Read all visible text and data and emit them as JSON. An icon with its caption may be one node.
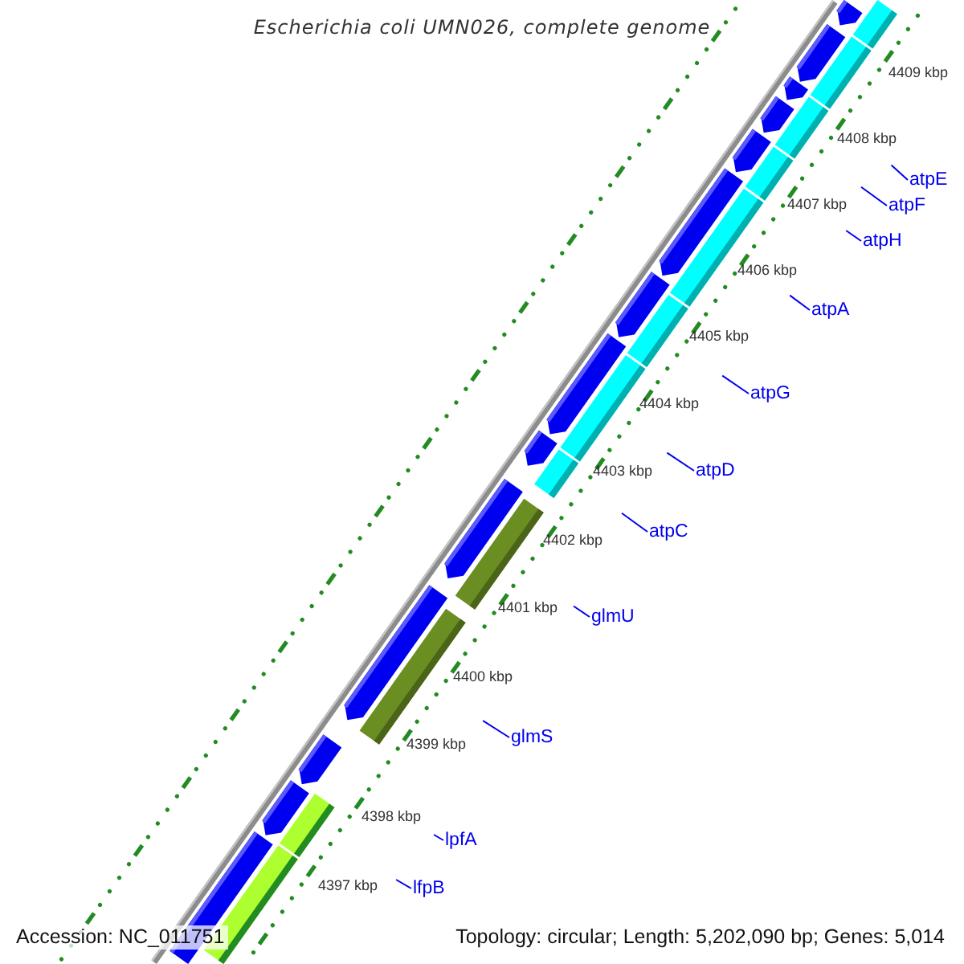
{
  "diagram": {
    "title": "Escherichia coli UMN026, complete genome",
    "nodes": [
      {
        "text": [
          "atpE"
        ]
      },
      {
        "text": [
          "atpF"
        ]
      },
      {
        "text": [
          "atpH"
        ]
      },
      {
        "text": [
          "atpA"
        ]
      },
      {
        "text": [
          "atpG"
        ]
      },
      {
        "text": [
          "atpD"
        ]
      },
      {
        "text": [
          "atpC"
        ]
      },
      {
        "text": [
          "glmU"
        ]
      },
      {
        "text": [
          "glmS"
        ]
      },
      {
        "text": [
          "lpfA"
        ]
      },
      {
        "text": [
          "lfpB"
        ]
      }
    ],
    "edges": [
      {
        "from": 0,
        "to": null,
        "arrow": "none"
      },
      {
        "from": 1,
        "to": null,
        "arrow": "none"
      },
      {
        "from": 2,
        "to": null,
        "arrow": "none"
      },
      {
        "from": 3,
        "to": null,
        "arrow": "none"
      },
      {
        "from": 4,
        "to": null,
        "arrow": "none"
      },
      {
        "from": 5,
        "to": null,
        "arrow": "none"
      },
      {
        "from": 6,
        "to": null,
        "arrow": "none"
      },
      {
        "from": 7,
        "to": null,
        "arrow": "none"
      },
      {
        "from": 8,
        "to": null,
        "arrow": "none"
      },
      {
        "from": 9,
        "to": null,
        "arrow": "none"
      },
      {
        "from": 10,
        "to": null,
        "arrow": "none"
      }
    ],
    "labels": [
      "4409 kbp",
      "4408 kbp",
      "4407 kbp",
      "4406 kbp",
      "4405 kbp",
      "4404 kbp",
      "4403 kbp",
      "4402 kbp",
      "4401 kbp",
      "4400 kbp",
      "4399 kbp",
      "4398 kbp",
      "4397 kbp",
      "Accession: NC_011751",
      "Topology: circular; Length: 5,202,090 bp; Genes: 5,014"
    ]
  }
}
